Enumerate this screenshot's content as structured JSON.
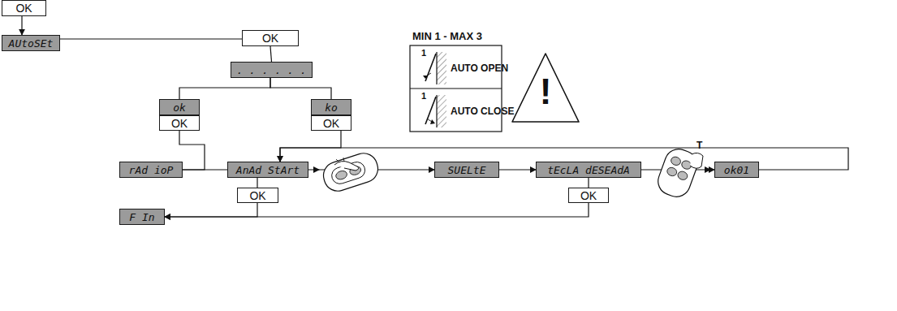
{
  "diagram": {
    "nodes": [
      {
        "text": [
          "OK"
        ]
      },
      {
        "text": [
          "AUtoSEt"
        ]
      },
      {
        "text": [
          "OK"
        ]
      },
      {
        "text": [
          ". . . . . ."
        ]
      },
      {
        "text": [
          "ok"
        ]
      },
      {
        "text": [
          "OK"
        ]
      },
      {
        "text": [
          "ko"
        ]
      },
      {
        "text": [
          "OK"
        ]
      },
      {
        "text": [
          "rAd ioP"
        ]
      },
      {
        "text": [
          "AnAd StArt"
        ]
      },
      {
        "text": [
          "OK"
        ]
      },
      {
        "text": [
          "SUELtE"
        ]
      },
      {
        "text": [
          "tEcLA dESEAdA"
        ]
      },
      {
        "text": [
          "OK"
        ]
      },
      {
        "text": [
          "ok01"
        ]
      },
      {
        "text": [
          "F In"
        ]
      }
    ],
    "edges": [
      {
        "from": 0,
        "to": 1,
        "arrow": "to"
      },
      {
        "from": 1,
        "to": 2,
        "arrow": "none"
      },
      {
        "from": 2,
        "to": 3,
        "arrow": "none"
      },
      {
        "from": 3,
        "to": 4,
        "arrow": "none"
      },
      {
        "from": 3,
        "to": 6,
        "arrow": "none"
      },
      {
        "from": 4,
        "to": 5,
        "arrow": "none"
      },
      {
        "from": 6,
        "to": 7,
        "arrow": "none"
      },
      {
        "from": 5,
        "to": 8,
        "arrow": "none"
      },
      {
        "from": 8,
        "to": 9,
        "arrow": "none"
      },
      {
        "from": 7,
        "to": 9,
        "arrow": "to"
      },
      {
        "from": 14,
        "to": 9,
        "arrow": "to"
      },
      {
        "from": 9,
        "to": 11,
        "arrow": "to"
      },
      {
        "from": 11,
        "to": 12,
        "arrow": "to"
      },
      {
        "from": 12,
        "to": 14,
        "arrow": "to"
      },
      {
        "from": 9,
        "to": 10,
        "arrow": "none"
      },
      {
        "from": 10,
        "to": 15,
        "arrow": "to"
      },
      {
        "from": 12,
        "to": 13,
        "arrow": "none"
      },
      {
        "from": 13,
        "to": 15,
        "arrow": "to"
      }
    ],
    "labels": [
      "MIN 1 - MAX 3",
      "1",
      "AUTO OPEN",
      "1",
      "AUTO CLOSE",
      "!",
      "T"
    ]
  }
}
